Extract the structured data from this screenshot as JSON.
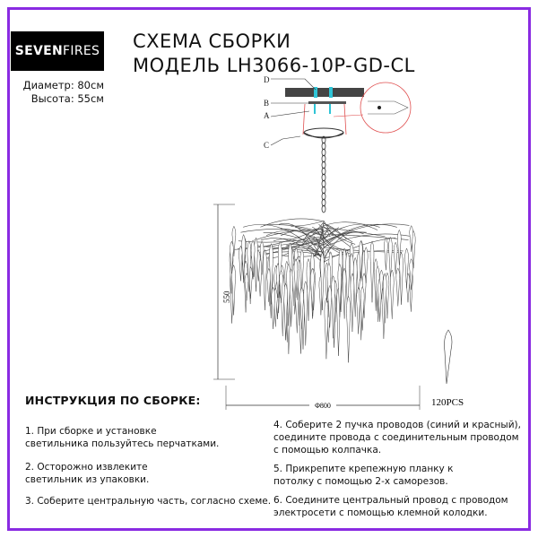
{
  "brand": {
    "logo_bold": "SEVEN",
    "logo_light": "FIRES"
  },
  "specs": {
    "diameter": "Диаметр: 80см",
    "height": "Высота: 55см"
  },
  "header": {
    "line1": "СХЕМА СБОРКИ",
    "line2": "МОДЕЛЬ LH3066-10P-GD-CL"
  },
  "diagram": {
    "part_labels": [
      "D",
      "B",
      "A",
      "C"
    ],
    "height_dim": "550",
    "diameter_dim": "Φ800",
    "crystal_count": "120PCS",
    "colors": {
      "wire_blue": "#2ec4d6",
      "callout_red": "#e05050"
    }
  },
  "instructions": {
    "title": "ИНСТРУКЦИЯ ПО СБОРКЕ:",
    "steps": [
      {
        "l1": "1. При сборке и установке",
        "l2": "светильника пользуйтесь перчатками.",
        "l3": ""
      },
      {
        "l1": "2. Осторожно извлеките",
        "l2": "светильник из упаковки.",
        "l3": ""
      },
      {
        "l1": "3. Соберите центральную часть, согласно схеме.",
        "l2": "",
        "l3": ""
      },
      {
        "l1": "4. Соберите 2 пучка проводов (синий и красный),",
        "l2": "соедините провода с соединительным проводом",
        "l3": "с помощью колпачка."
      },
      {
        "l1": "5. Прикрепите крепежную планку к",
        "l2": "потолку с помощью 2-х саморезов.",
        "l3": ""
      },
      {
        "l1": "6. Соедините центральный провод с проводом",
        "l2": "электросети с помощью клемной колодки.",
        "l3": ""
      }
    ]
  }
}
